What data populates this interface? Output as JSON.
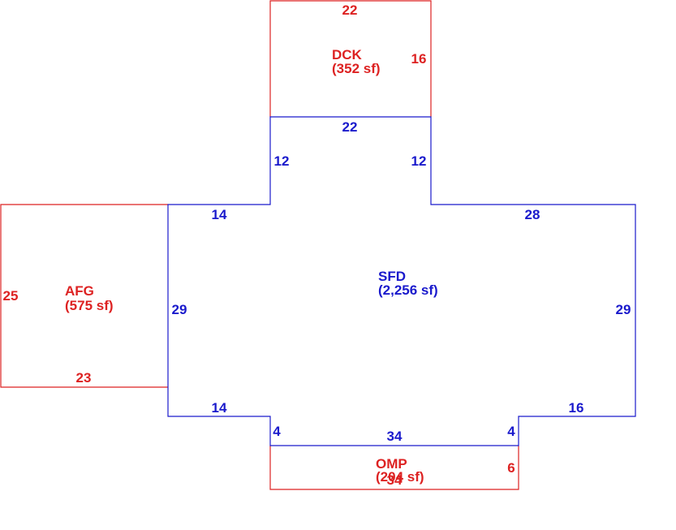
{
  "colors": {
    "living": "#1a1acc",
    "other": "#dd2222"
  },
  "areas": {
    "sfd": {
      "code": "SFD",
      "area": "(2,256 sf)"
    },
    "dck": {
      "code": "DCK",
      "area": "(352 sf)"
    },
    "afg": {
      "code": "AFG",
      "area": "(575 sf)"
    },
    "omp": {
      "code": "OMP",
      "area": "(204 sf)"
    }
  },
  "dimensions": {
    "dck_top": "22",
    "dck_right": "16",
    "sfd_top": "22",
    "sfd_upper_left": "12",
    "sfd_upper_right": "12",
    "sfd_left_step_top": "14",
    "sfd_right_step_top": "28",
    "sfd_left": "29",
    "sfd_right": "29",
    "sfd_left_step_bottom": "14",
    "sfd_right_step_bottom": "16",
    "sfd_lower_left": "4",
    "sfd_lower_right": "4",
    "sfd_bottom": "34",
    "afg_left": "25",
    "afg_bottom": "23",
    "omp_right": "6",
    "omp_bottom": "34"
  }
}
